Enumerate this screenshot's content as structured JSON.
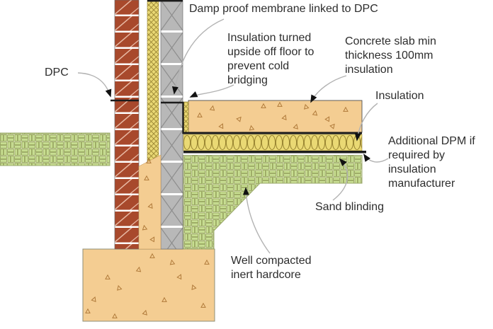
{
  "labels": {
    "dpc": "DPC",
    "dpm_linked": "Damp proof membrane linked to DPC",
    "insulation_turned": "Insulation turned\nupside off floor to\nprevent cold\nbridging",
    "concrete_slab": "Concrete slab min\nthickness 100mm\ninsulation",
    "insulation": "Insulation",
    "additional_dpm": "Additional DPM if\nrequired by\ninsulation\nmanufacturer",
    "sand_blinding": "Sand blinding",
    "hardcore": "Well compacted\ninert hardcore"
  },
  "colors": {
    "brick": "#a8492c",
    "blockwork": "#b8b8b8",
    "insulation_yellow": "#e9d874",
    "concrete_tan": "#f4cd92",
    "hardcore_green": "#c8de92",
    "dpm_line_black": "#1c1c1c",
    "leader_gray": "#b3b3b3",
    "text": "#2d2d2d",
    "background": "#ffffff"
  }
}
